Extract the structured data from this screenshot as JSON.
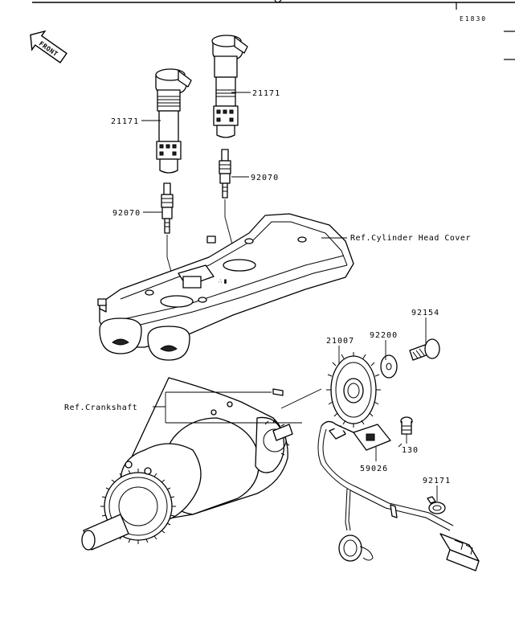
{
  "header": {
    "diagram_code": "E1830"
  },
  "front_indicator": {
    "label": "FRONT"
  },
  "parts": [
    {
      "id": "ignition-coil-rear",
      "number": "21171"
    },
    {
      "id": "ignition-coil-front",
      "number": "21171"
    },
    {
      "id": "spark-plug-rear",
      "number": "92070"
    },
    {
      "id": "spark-plug-front",
      "number": "92070"
    },
    {
      "id": "bolt",
      "number": "92154"
    },
    {
      "id": "washer",
      "number": "92200"
    },
    {
      "id": "timing-rotor",
      "number": "21007"
    },
    {
      "id": "pickup-bolt",
      "number": "130"
    },
    {
      "id": "crank-sensor",
      "number": "59026"
    },
    {
      "id": "clamp",
      "number": "92171"
    }
  ],
  "references": [
    {
      "id": "cylinder-head-cover",
      "text": "Ref.Cylinder Head Cover"
    },
    {
      "id": "crankshaft",
      "text": "Ref.Crankshaft"
    }
  ]
}
